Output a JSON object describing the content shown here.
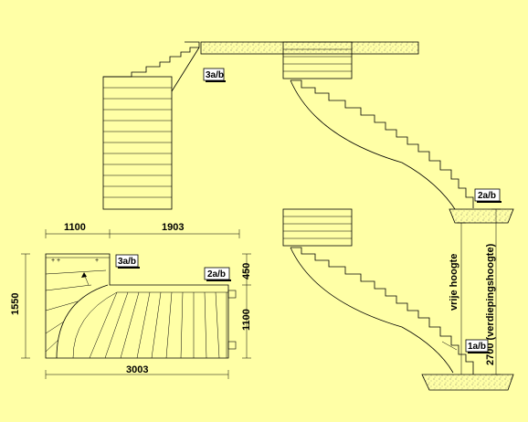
{
  "labels": {
    "tag_3ab_top": "3a/b",
    "tag_3ab_plan": "3a/b",
    "tag_2ab_plan": "2a/b",
    "tag_2ab_side": "2a/b",
    "tag_1ab_side": "1a/b"
  },
  "dimensions": {
    "width_left": "1100",
    "width_right": "1903",
    "total_width": "3003",
    "depth_total": "1550",
    "depth_upper": "450",
    "depth_lower": "1100",
    "free_height": "vrije hoogte",
    "floor_height": "2700 (verdiepingshoogte)"
  },
  "colors": {
    "background": "#FFFFA6",
    "line": "#000000"
  }
}
